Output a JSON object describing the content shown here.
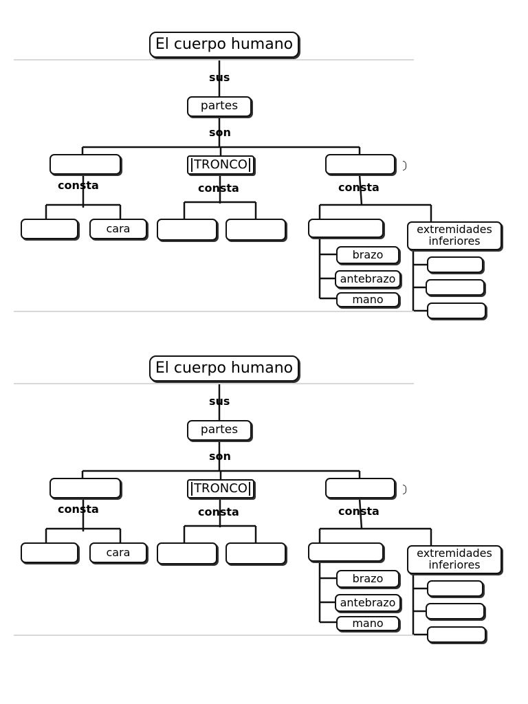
{
  "title": "El cuerpo humano",
  "link_sus": "sus",
  "parts_label": "partes",
  "link_son": "son",
  "branch_center": "TRONCO",
  "link_consta": "consta",
  "leaf_cara": "cara",
  "leaf_brazo": "brazo",
  "leaf_antebrazo": "antebrazo",
  "leaf_mano": "mano",
  "leaf_extremidades": "extremidades inferiores"
}
